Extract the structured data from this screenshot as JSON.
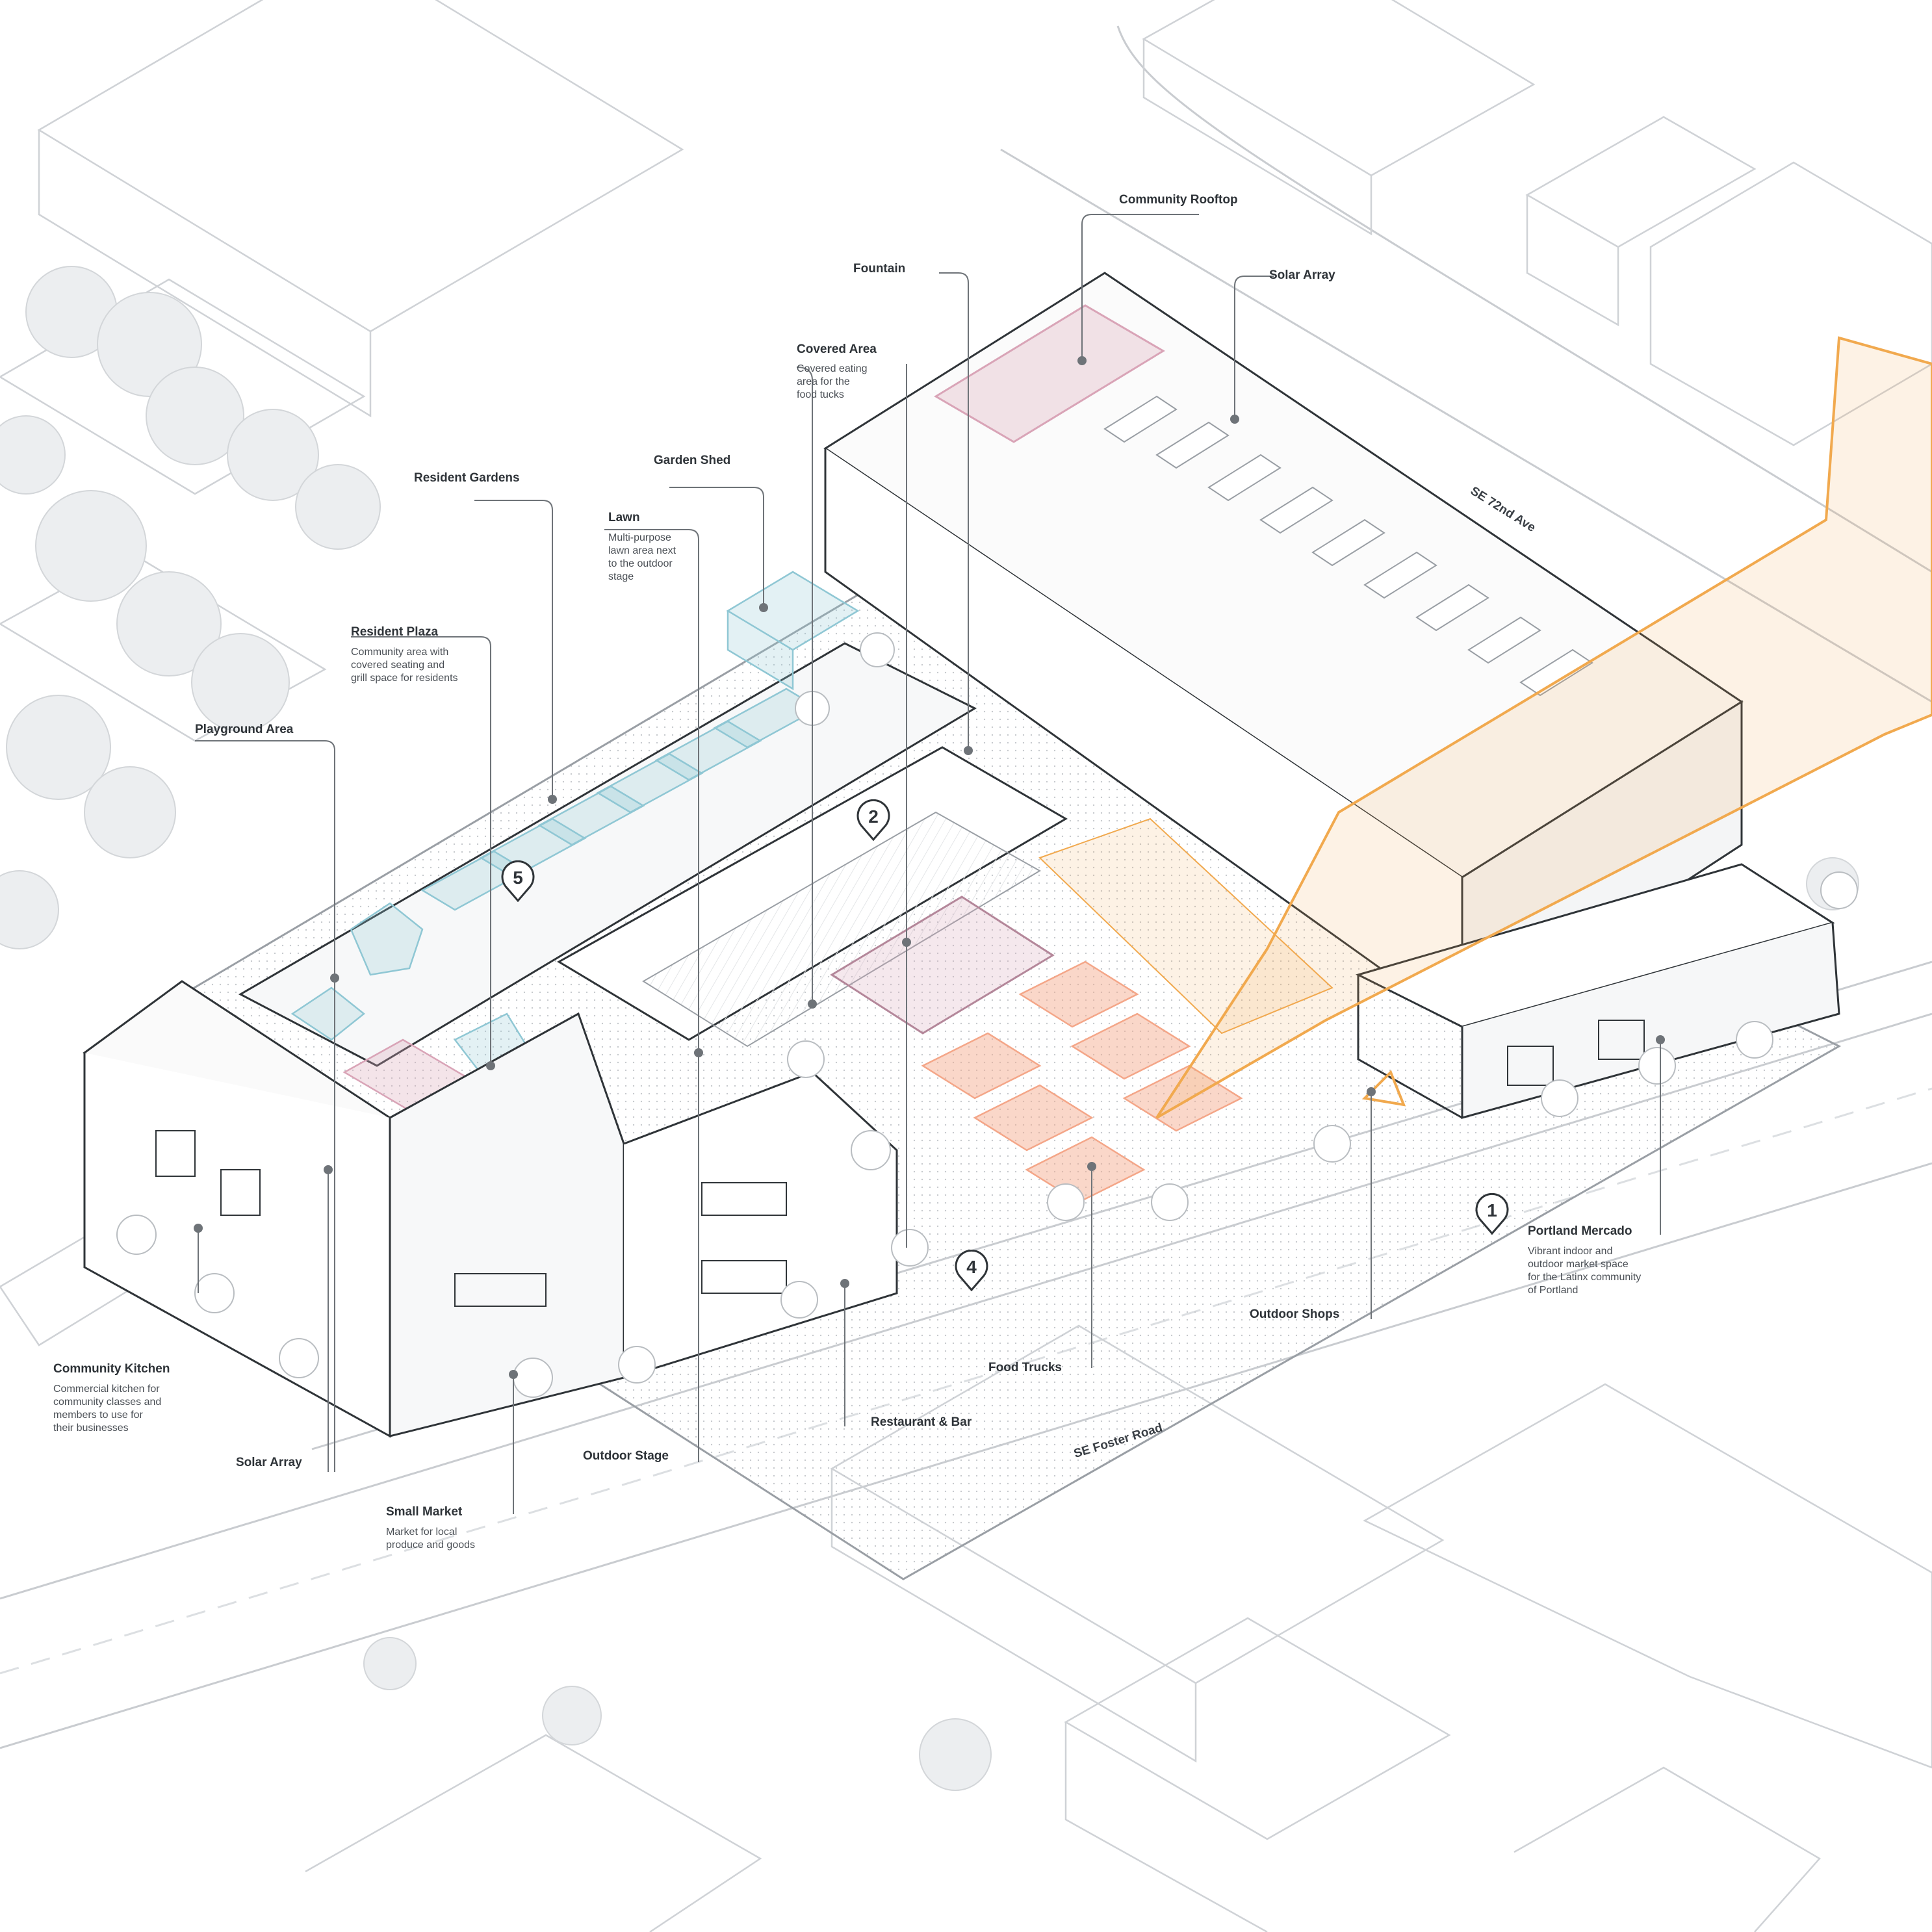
{
  "colors": {
    "line": "#9a9fa5",
    "context_line": "#c9ccd0",
    "focus_line": "#2f3438",
    "orange_path": "#f1a94e",
    "food_truck": "#f4a688",
    "covered_pink": "#d9a4b7",
    "garden_blue": "#8fc7d4",
    "tree": "#d3d6d9"
  },
  "labels": {
    "community_rooftop": {
      "title": "Community Rooftop"
    },
    "fountain": {
      "title": "Fountain"
    },
    "solar_array_top": {
      "title": "Solar Array"
    },
    "covered_area": {
      "title": "Covered Area",
      "desc": "Covered eating\narea for the\nfood tucks"
    },
    "resident_gardens": {
      "title": "Resident Gardens"
    },
    "garden_shed": {
      "title": "Garden Shed"
    },
    "lawn": {
      "title": "Lawn",
      "desc": "Multi-purpose\nlawn area next\nto the outdoor\nstage"
    },
    "resident_plaza": {
      "title": "Resident Plaza",
      "desc": "Community area with\ncovered seating and\ngrill space for residents"
    },
    "playground_area": {
      "title": "Playground Area"
    },
    "community_kitchen": {
      "title": "Community Kitchen",
      "desc": "Commercial kitchen for\ncommunity classes and\nmembers to use for\ntheir businesses"
    },
    "solar_array_bottom": {
      "title": "Solar Array"
    },
    "outdoor_stage": {
      "title": "Outdoor Stage"
    },
    "small_market": {
      "title": "Small Market",
      "desc": "Market for local\nproduce and goods"
    },
    "restaurant_bar": {
      "title": "Restaurant & Bar"
    },
    "food_trucks": {
      "title": "Food Trucks"
    },
    "outdoor_shops": {
      "title": "Outdoor Shops"
    },
    "portland_mercado": {
      "title": "Portland Mercado",
      "desc": "Vibrant indoor and\noutdoor market space\nfor the Latinx community\nof Portland"
    }
  },
  "streets": {
    "se_72nd_ave": "SE 72nd Ave",
    "se_foster_road": "SE Foster Road"
  },
  "markers": {
    "m1": "1",
    "m2": "2",
    "m4": "4",
    "m5": "5"
  }
}
